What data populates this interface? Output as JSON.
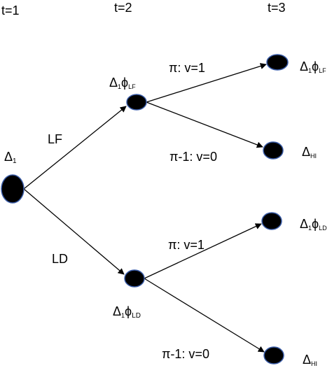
{
  "time_labels": {
    "t1": "t=1",
    "t2": "t=2",
    "t3": "t=3"
  },
  "edge_labels": {
    "lf": "LF",
    "ld": "LD",
    "lf_pi": "π: v=1",
    "lf_pi_minus": "π-1: v=0",
    "ld_pi": "π: v=1",
    "ld_pi_minus": "π-1: v=0"
  },
  "node_labels": {
    "root": {
      "sym": "Δ",
      "sub": "1"
    },
    "lf": {
      "sym": "Δ",
      "sub1": "1",
      "phi": "ϕ",
      "sub2": "LF"
    },
    "ld": {
      "sym": "Δ",
      "sub1": "1",
      "phi": "ϕ",
      "sub2": "LD"
    },
    "lf_v1": {
      "sym": "Δ",
      "sub1": "1",
      "phi": "ϕ",
      "sub2": "LF"
    },
    "lf_v0": {
      "sym": "Δ",
      "sub": "HI"
    },
    "ld_v1": {
      "sym": "Δ",
      "sub1": "1",
      "phi": "ϕ",
      "sub2": "LD"
    },
    "ld_v0": {
      "sym": "Δ",
      "sub": "HI"
    }
  },
  "colors": {
    "node_fill": "#000000",
    "node_stroke": "#3b5da8",
    "edge": "#000000"
  }
}
